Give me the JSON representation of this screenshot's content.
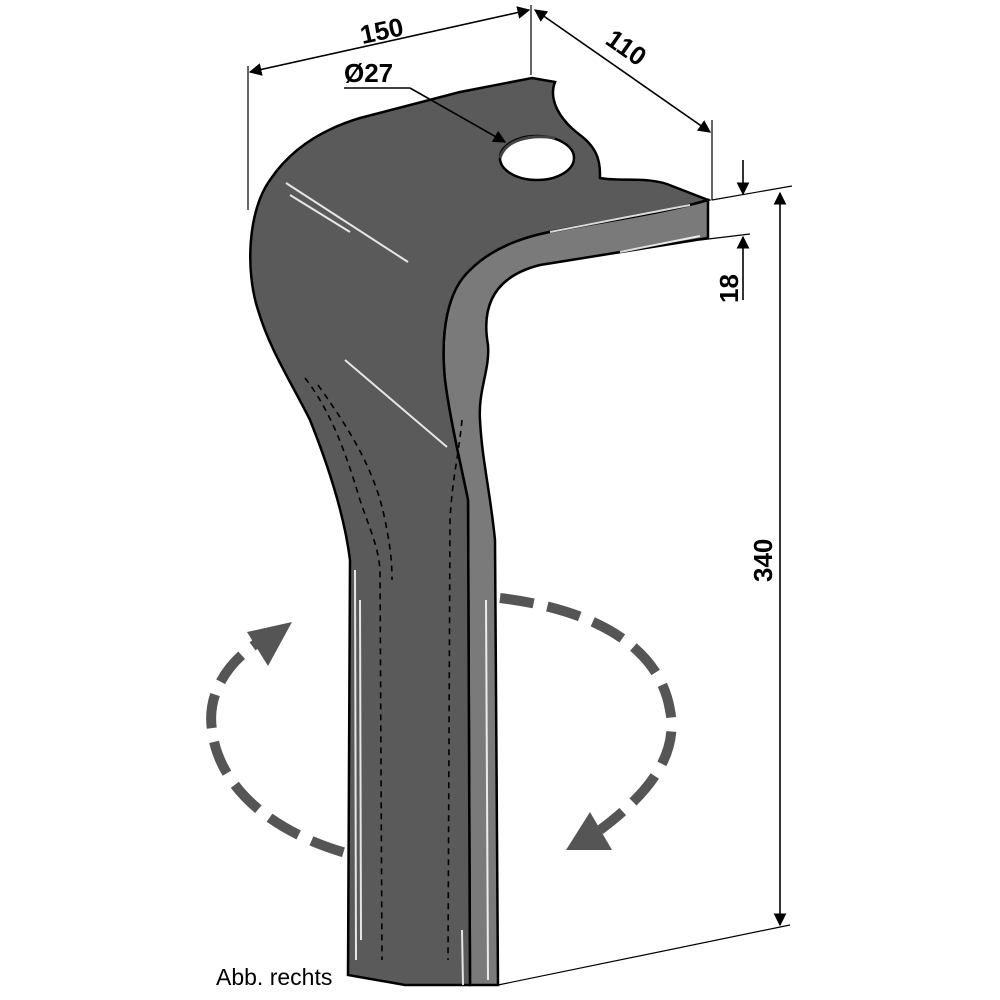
{
  "dimensions": {
    "width": "150",
    "depth": "110",
    "hole_diameter": "Ø27",
    "thickness": "18",
    "height": "340"
  },
  "caption": "Abb. rechts",
  "colors": {
    "blade_face": "#5a5a5a",
    "blade_edge": "#7a7a7a",
    "outline": "#000000",
    "rotation_arrow": "#555555"
  },
  "icons": {
    "rotation": "rotation-arrow-icon"
  }
}
